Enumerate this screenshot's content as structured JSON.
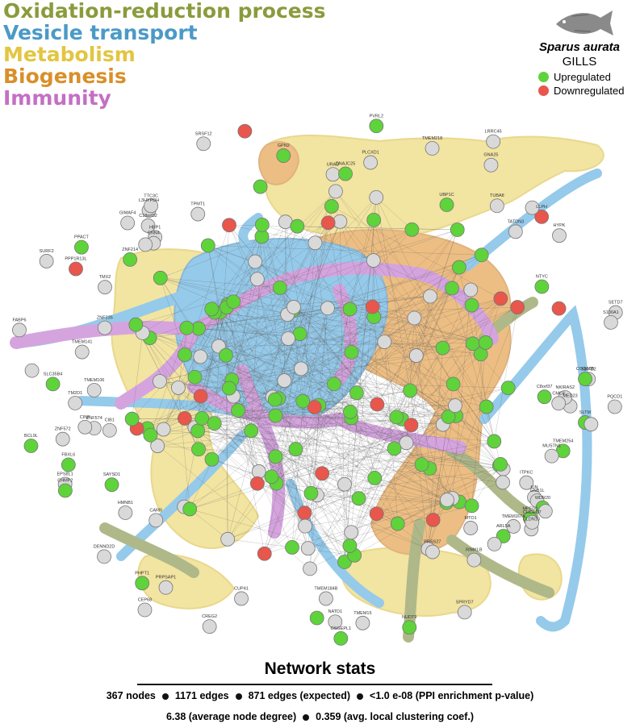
{
  "categories": [
    {
      "label": "Oxidation-reduction process",
      "color": "#8a9b3c"
    },
    {
      "label": "Vesicle transport",
      "color": "#4b9ac6"
    },
    {
      "label": "Metabolism",
      "color": "#e3c540"
    },
    {
      "label": "Biogenesis",
      "color": "#d98f2a"
    },
    {
      "label": "Immunity",
      "color": "#c46fc4"
    }
  ],
  "legend": {
    "species": "Sparus aurata",
    "organ": "GILLS",
    "up_label": "Upregulated",
    "down_label": "Downregulated",
    "up_color": "#5fd33a",
    "down_color": "#e8564c",
    "neutral_color": "#d9d9d9",
    "fish_icon": "fish-icon"
  },
  "stats": {
    "title": "Network stats",
    "nodes": "367 nodes",
    "edges": "1171 edges",
    "expected": "871 edges (expected)",
    "pvalue": "<1.0 e-08 (PPI enrichment p-value)",
    "degree": "6.38 (average node degree)",
    "clustering": "0.359 (avg. local clustering coef.)"
  },
  "node_labels": [
    "TATDN3",
    "TMEM184B",
    "TMEM254",
    "CEP68",
    "TMEM218",
    "ZNF235",
    "ZNF574",
    "TM2D1",
    "NATD1",
    "TMX2",
    "PPACT",
    "TMEM106",
    "SMYD2",
    "CIB1",
    "HBP1",
    "KIN",
    "EPS8L1",
    "SETD7",
    "PRSS27",
    "LRRC45",
    "GNA25",
    "SURF2",
    "MED23",
    "CNN4",
    "L3HYPDH",
    "ZNF214",
    "SRSF12",
    "NKIRAS2",
    "ARL5A",
    "MUSTN1",
    "SLC35B4",
    "FABP6",
    "GNB1L",
    "ITPKC",
    "RIMKLB",
    "TMEM167A",
    "MPEG1",
    "CREG2",
    "ZNF572",
    "LLPH",
    "PHPT1",
    "CINP",
    "PLCXD1",
    "GIMAF4",
    "BCL9L",
    "CLDN10",
    "SAYSD1",
    "PVRL2",
    "NUDT9",
    "CHCHD7",
    "URAD",
    "HMNB1",
    "COQ10B",
    "GPN2",
    "SLTM",
    "FBXL6",
    "PQCD1",
    "CHMP2",
    "DNAJC25",
    "S100A1",
    "NTYC",
    "CUP41",
    "HYPK",
    "TUBA8",
    "DENND2D",
    "SPRYD7",
    "PPP1R13L",
    "PRPSAP1",
    "WDR20",
    "CARR",
    "TMEM141",
    "C18orf32",
    "OSGEPL1",
    "TTC3C",
    "UBP1C",
    "MTO1",
    "TPMT1",
    "CMC4",
    "C8orf37",
    "TMEM15"
  ]
}
